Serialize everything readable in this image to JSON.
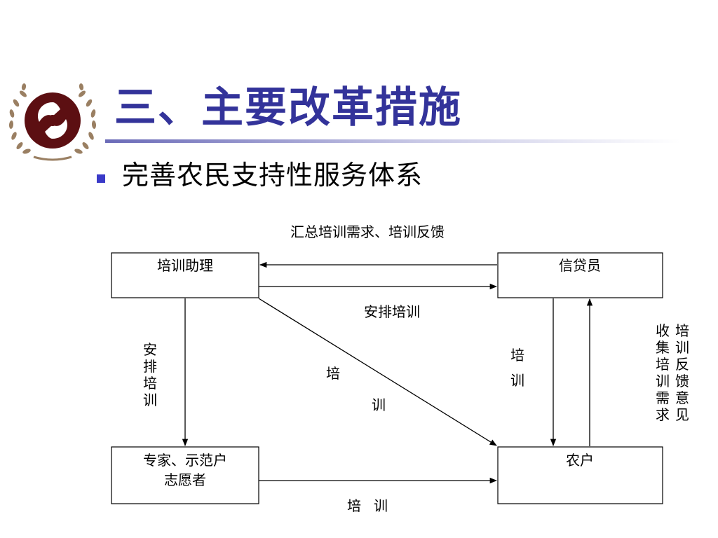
{
  "slide": {
    "title": "三、主要改革措施",
    "subtitle": "完善农民支持性服务体系",
    "colors": {
      "title": "#33339a",
      "bullet": "#3a3ac8",
      "logo_fill": "#5c0f12",
      "wreath": "#9a7f62"
    }
  },
  "diagram": {
    "nodes": {
      "assistant": {
        "label": "培训助理"
      },
      "loan_officer": {
        "label": "信贷员"
      },
      "experts": {
        "line1": "专家、示范户",
        "line2": "志愿者"
      },
      "farmers": {
        "label": "农户"
      }
    },
    "labels": {
      "top": "汇总培训需求、培训反馈",
      "arrange_h": "安排培训",
      "arrange_v": [
        "安",
        "排",
        "培",
        "训"
      ],
      "diag": [
        "培",
        "训"
      ],
      "officer_train": [
        "培",
        "训"
      ],
      "collect_col1": [
        "收",
        "集",
        "培",
        "训",
        "需",
        "求"
      ],
      "collect_col2": [
        "培",
        "训",
        "反",
        "馈",
        "意",
        "见"
      ],
      "bottom": [
        "培",
        "训"
      ]
    }
  }
}
